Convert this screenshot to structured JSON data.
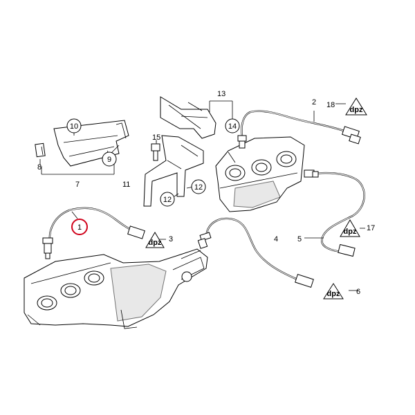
{
  "callouts": [
    {
      "id": "c1",
      "text": "1",
      "highlight": true
    },
    {
      "id": "c2",
      "text": "2"
    },
    {
      "id": "c3",
      "text": "3"
    },
    {
      "id": "c4",
      "text": "4"
    },
    {
      "id": "c5",
      "text": "5"
    },
    {
      "id": "c6",
      "text": "6"
    },
    {
      "id": "c7",
      "text": "7"
    },
    {
      "id": "c8",
      "text": "8"
    },
    {
      "id": "c9",
      "text": "9"
    },
    {
      "id": "c10",
      "text": "10"
    },
    {
      "id": "c11",
      "text": "11"
    },
    {
      "id": "c12a",
      "text": "12"
    },
    {
      "id": "c12b",
      "text": "12"
    },
    {
      "id": "c13",
      "text": "13"
    },
    {
      "id": "c14",
      "text": "14"
    },
    {
      "id": "c15",
      "text": "15"
    },
    {
      "id": "c17",
      "text": "17"
    },
    {
      "id": "c18",
      "text": "18"
    }
  ],
  "warning_symbol": "dpz-sensor-warning-triangle",
  "highlight_color": "#d0021b"
}
